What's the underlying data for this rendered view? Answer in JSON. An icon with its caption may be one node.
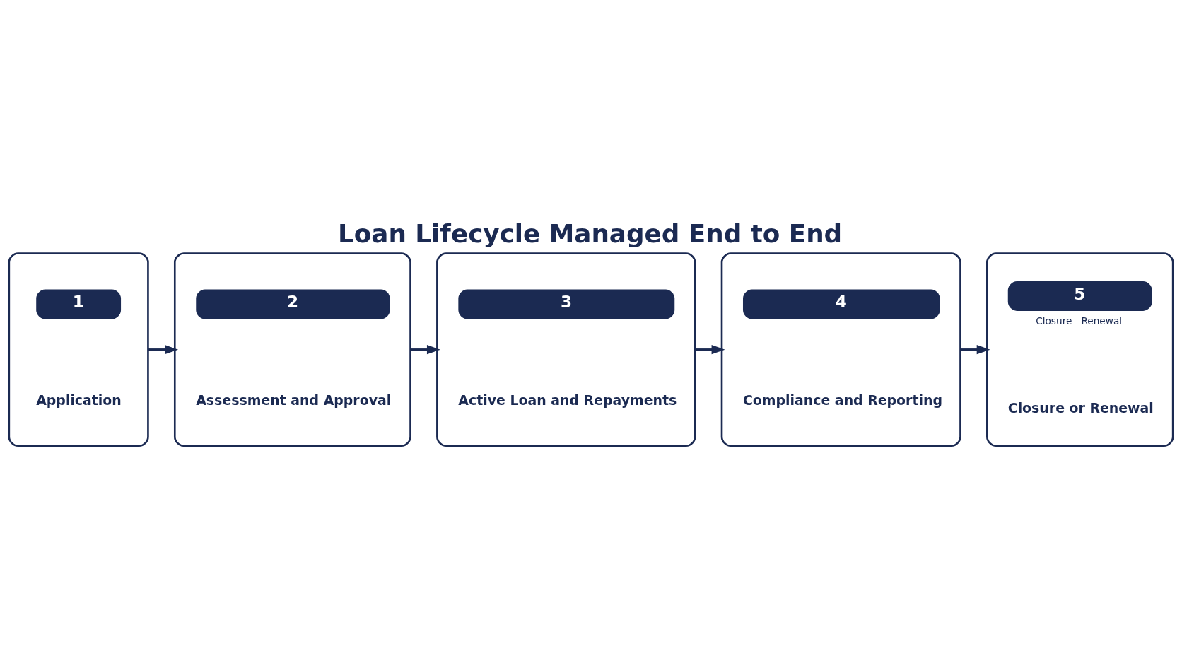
{
  "diagram": {
    "title": "Loan Lifecycle Managed End to End",
    "nodes": [
      {
        "text": [
          "1",
          "Application"
        ]
      },
      {
        "text": [
          "2",
          "Assessment and Approval"
        ]
      },
      {
        "text": [
          "3",
          "Active Loan and Repayments"
        ]
      },
      {
        "text": [
          "4",
          "Compliance and Reporting"
        ]
      },
      {
        "text": [
          "5",
          "Closure",
          "Renewal",
          "Closure or Renewal"
        ]
      }
    ],
    "edges": [
      {
        "from": 0,
        "to": 1,
        "arrow": "to"
      },
      {
        "from": 1,
        "to": 2,
        "arrow": "to"
      },
      {
        "from": 2,
        "to": 3,
        "arrow": "to"
      },
      {
        "from": 3,
        "to": 4,
        "arrow": "to"
      }
    ]
  }
}
